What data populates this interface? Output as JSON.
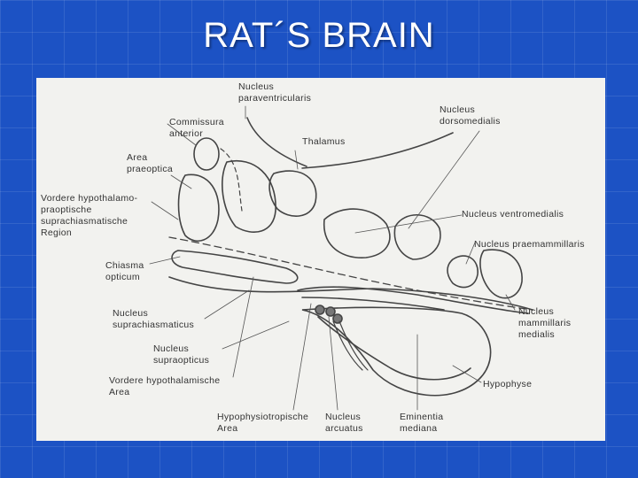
{
  "slide": {
    "title": "RAT´S BRAIN",
    "background": "#1c52c4",
    "title_color": "#ffffff"
  },
  "diagram": {
    "labels": {
      "paraventricularis": "Nucleus\nparaventricularis",
      "dorsomedialis": "Nucleus\ndorsomedialis",
      "commissura": "Commissura\nanterior",
      "thalamus": "Thalamus",
      "area_praeoptica": "Area\npraeoptica",
      "vordere_praeoptische": "Vordere hypothalamo-\npraoptische\nsuprachiasmatische\nRegion",
      "ventromedialis": "Nucleus ventromedialis",
      "praemammillaris": "Nucleus praemammillaris",
      "chiasma": "Chiasma\nopticum",
      "suprachiasmaticus": "Nucleus\nsuprachiasmaticus",
      "mammillaris_medialis": "Nucleus\nmammillaris\nmedialis",
      "supraopticus": "Nucleus\nsupraopticus",
      "vordere_area": "Vordere hypothalamische\nArea",
      "hypophyse": "Hypophyse",
      "hypophysiotropische": "Hypophysiotropische\nArea",
      "arcuatus": "Nucleus\narcuatus",
      "eminentia": "Eminentia\nmediana"
    }
  }
}
